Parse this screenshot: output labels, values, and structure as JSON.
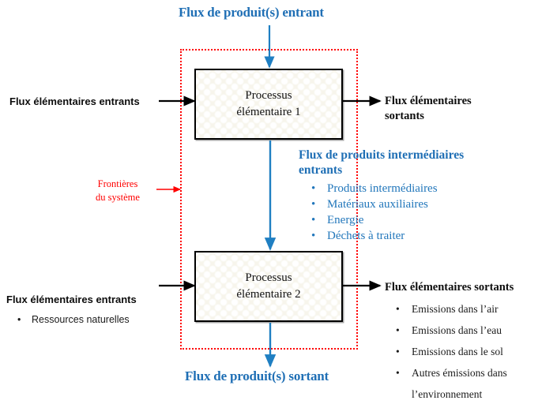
{
  "diagram": {
    "title_top": "Flux de produit(s) entrant",
    "title_bottom": "Flux de produit(s) sortant",
    "boundary_label_line1": "Frontières",
    "boundary_label_line2": "du système",
    "accent_blue": "#1F6FB5",
    "boundary_red": "#FF0000",
    "box_fill": "#f7f5ec",
    "box_border": "#000000"
  },
  "process1": {
    "label": "Processus\nélémentaire 1"
  },
  "process2": {
    "label": "Processus\nélémentaire 2"
  },
  "inputs_top_left": {
    "label": "Flux élémentaires entrants"
  },
  "outputs_top_right": {
    "line1": "Flux élémentaires",
    "line2": "sortants"
  },
  "intermediate": {
    "heading_line1": "Flux de produits intermédiaires",
    "heading_line2": "entrants",
    "bullet": "•",
    "items": [
      "Produits intermédiaires",
      "Matériaux auxiliaires",
      "Energie",
      "Déchets à traiter"
    ]
  },
  "inputs_bottom_left": {
    "heading": "Flux élémentaires entrants",
    "bullet": "•",
    "items": [
      "Ressources naturelles"
    ]
  },
  "outputs_bottom_right": {
    "heading": "Flux élémentaires sortants",
    "bullet": "•",
    "items": [
      "Emissions dans l’air",
      "Emissions dans l’eau",
      "Emissions dans le sol",
      "Autres émissions dans l’environnement"
    ]
  }
}
